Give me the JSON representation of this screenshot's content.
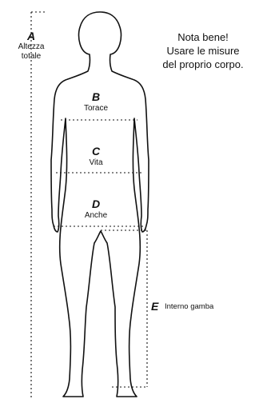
{
  "measurements": {
    "a": {
      "letter": "A",
      "label_line1": "Altezza",
      "label_line2": "totale"
    },
    "b": {
      "letter": "B",
      "label": "Torace"
    },
    "c": {
      "letter": "C",
      "label": "Vita"
    },
    "d": {
      "letter": "D",
      "label": "Anche"
    },
    "e": {
      "letter": "E",
      "label": "Interno gamba"
    }
  },
  "note": {
    "line1": "Nota bene!",
    "line2": "Usare le misure",
    "line3": "del proprio corpo."
  },
  "colors": {
    "outline": "#111111",
    "background": "#ffffff"
  }
}
